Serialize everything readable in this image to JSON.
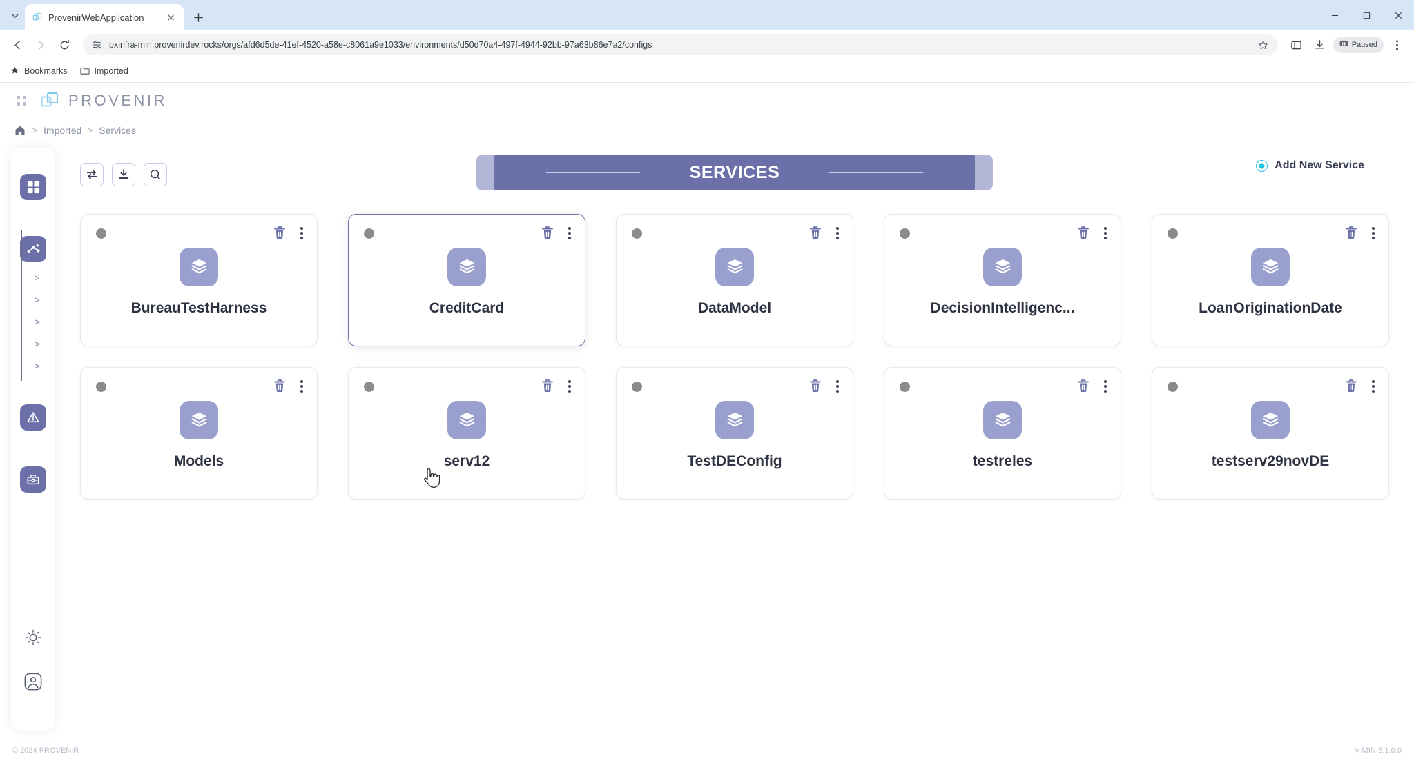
{
  "browser": {
    "tab": {
      "title": "ProvenirWebApplication",
      "favicon_icon": "provenir-favicon",
      "close_icon": "close-icon"
    },
    "new_tab_icon": "plus-icon",
    "tab_list_icon": "chevron-down-icon",
    "window_controls": {
      "minimize": "minimize-icon",
      "maximize": "maximize-icon",
      "close": "close-icon"
    },
    "nav": {
      "back_icon": "back-arrow-icon",
      "forward_icon": "forward-arrow-icon",
      "reload_icon": "reload-icon"
    },
    "omnibox": {
      "site_icon": "site-settings-icon",
      "url": "pxinfra-min.provenirdev.rocks/orgs/afd6d5de-41ef-4520-a58e-c8061a9e1033/environments/d50d70a4-497f-4944-92bb-97a63b86e7a2/configs",
      "star_icon": "bookmark-star-icon"
    },
    "toolbar_icons": {
      "extensions": "extensions-icon",
      "downloads": "download-icon",
      "menu": "three-dot-menu-icon"
    },
    "paused_chip": {
      "label": "Paused",
      "icon": "profile-paused-icon"
    },
    "bookmarks": [
      {
        "label": "Bookmarks",
        "icon": "star-icon"
      },
      {
        "label": "Imported",
        "icon": "folder-icon"
      }
    ]
  },
  "app": {
    "header": {
      "grip_icon": "drag-grip-icon",
      "logo_icon": "provenir-logo-icon",
      "logo_text": "PROVENIR"
    },
    "breadcrumb": {
      "home_icon": "home-icon",
      "separator": ">",
      "items": [
        "Imported",
        "Services"
      ]
    },
    "rail": {
      "items": [
        {
          "name": "workflow-grid-icon",
          "label": ""
        },
        {
          "name": "decision-flow-icon",
          "label": ""
        }
      ],
      "tree_rows": [
        ">",
        ">",
        ">",
        ">",
        ">"
      ],
      "lower_items": [
        {
          "name": "alert-triangle-icon"
        },
        {
          "name": "toolbox-icon"
        },
        {
          "name": "theme-sun-icon"
        },
        {
          "name": "user-account-icon"
        }
      ]
    },
    "toolbar": {
      "buttons": [
        {
          "name": "transfer-icon",
          "label": ""
        },
        {
          "name": "import-download-icon",
          "label": ""
        },
        {
          "name": "search-icon",
          "label": ""
        }
      ]
    },
    "banner": {
      "title": "SERVICES"
    },
    "add_button": {
      "label": "Add New Service",
      "icon": "add-circle-icon",
      "accent": "#22c2e8"
    },
    "cards": [
      {
        "title": "BureauTestHarness",
        "status": "inactive",
        "selected": false
      },
      {
        "title": "CreditCard",
        "status": "inactive",
        "selected": true
      },
      {
        "title": "DataModel",
        "status": "inactive",
        "selected": false
      },
      {
        "title": "DecisionIntelligenc...",
        "status": "inactive",
        "selected": false
      },
      {
        "title": "LoanOriginationDate",
        "status": "inactive",
        "selected": false
      },
      {
        "title": "Models",
        "status": "inactive",
        "selected": false
      },
      {
        "title": "serv12",
        "status": "inactive",
        "selected": false
      },
      {
        "title": "TestDEConfig",
        "status": "inactive",
        "selected": false
      },
      {
        "title": "testreles",
        "status": "inactive",
        "selected": false
      },
      {
        "title": "testserv29novDE",
        "status": "inactive",
        "selected": false
      }
    ],
    "card_icons": {
      "service_icon": "package-box-icon",
      "delete_icon": "trash-icon",
      "menu_icon": "kebab-menu-icon",
      "status_icon": "status-dot"
    },
    "footer": {
      "copyright": "© 2024 PROVENIR",
      "version": "V MIN-5.1.0.0"
    },
    "colors": {
      "primary": "#6b70a8",
      "card_icon": "#9aa0cd",
      "banner_light": "#b2b7d8",
      "accent": "#22c2e8"
    }
  }
}
